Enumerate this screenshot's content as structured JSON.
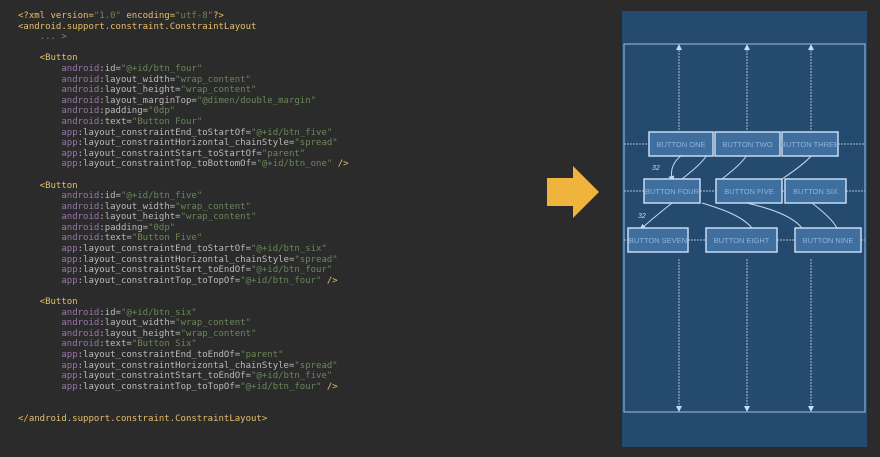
{
  "code_lines": [
    [
      [
        "t",
        "<?xml version="
      ],
      [
        "v",
        "\"1.0\""
      ],
      [
        "t",
        " encoding="
      ],
      [
        "v",
        "\"utf-8\""
      ],
      [
        "t",
        "?>"
      ]
    ],
    [
      [
        "t",
        "<android.support.constraint.ConstraintLayout"
      ]
    ],
    [
      [
        "g",
        "    ... >"
      ]
    ],
    [],
    [
      [
        "t",
        "    <Button"
      ]
    ],
    [
      [
        "p",
        "        "
      ],
      [
        "n",
        "android"
      ],
      [
        "a",
        ":id="
      ],
      [
        "v",
        "\"@+id/btn_four\""
      ]
    ],
    [
      [
        "p",
        "        "
      ],
      [
        "n",
        "android"
      ],
      [
        "a",
        ":layout_width="
      ],
      [
        "v",
        "\"wrap_content\""
      ]
    ],
    [
      [
        "p",
        "        "
      ],
      [
        "n",
        "android"
      ],
      [
        "a",
        ":layout_height="
      ],
      [
        "v",
        "\"wrap_content\""
      ]
    ],
    [
      [
        "p",
        "        "
      ],
      [
        "n",
        "android"
      ],
      [
        "a",
        ":layout_marginTop="
      ],
      [
        "v",
        "\"@dimen/double_margin\""
      ]
    ],
    [
      [
        "p",
        "        "
      ],
      [
        "n",
        "android"
      ],
      [
        "a",
        ":padding="
      ],
      [
        "v",
        "\"0dp\""
      ]
    ],
    [
      [
        "p",
        "        "
      ],
      [
        "n",
        "android"
      ],
      [
        "a",
        ":text="
      ],
      [
        "v",
        "\"Button Four\""
      ]
    ],
    [
      [
        "p",
        "        "
      ],
      [
        "n",
        "app"
      ],
      [
        "a",
        ":layout_constraintEnd_toStartOf="
      ],
      [
        "v",
        "\"@+id/btn_five\""
      ]
    ],
    [
      [
        "p",
        "        "
      ],
      [
        "n",
        "app"
      ],
      [
        "a",
        ":layout_constraintHorizontal_chainStyle="
      ],
      [
        "v",
        "\"spread\""
      ]
    ],
    [
      [
        "p",
        "        "
      ],
      [
        "n",
        "app"
      ],
      [
        "a",
        ":layout_constraintStart_toStartOf="
      ],
      [
        "v",
        "\"parent\""
      ]
    ],
    [
      [
        "p",
        "        "
      ],
      [
        "n",
        "app"
      ],
      [
        "a",
        ":layout_constraintTop_toBottomOf="
      ],
      [
        "v",
        "\"@+id/btn_one\""
      ],
      [
        "t",
        " />"
      ]
    ],
    [],
    [
      [
        "t",
        "    <Button"
      ]
    ],
    [
      [
        "p",
        "        "
      ],
      [
        "n",
        "android"
      ],
      [
        "a",
        ":id="
      ],
      [
        "v",
        "\"@+id/btn_five\""
      ]
    ],
    [
      [
        "p",
        "        "
      ],
      [
        "n",
        "android"
      ],
      [
        "a",
        ":layout_width="
      ],
      [
        "v",
        "\"wrap_content\""
      ]
    ],
    [
      [
        "p",
        "        "
      ],
      [
        "n",
        "android"
      ],
      [
        "a",
        ":layout_height="
      ],
      [
        "v",
        "\"wrap_content\""
      ]
    ],
    [
      [
        "p",
        "        "
      ],
      [
        "n",
        "android"
      ],
      [
        "a",
        ":padding="
      ],
      [
        "v",
        "\"0dp\""
      ]
    ],
    [
      [
        "p",
        "        "
      ],
      [
        "n",
        "android"
      ],
      [
        "a",
        ":text="
      ],
      [
        "v",
        "\"Button Five\""
      ]
    ],
    [
      [
        "p",
        "        "
      ],
      [
        "n",
        "app"
      ],
      [
        "a",
        ":layout_constraintEnd_toStartOf="
      ],
      [
        "v",
        "\"@+id/btn_six\""
      ]
    ],
    [
      [
        "p",
        "        "
      ],
      [
        "n",
        "app"
      ],
      [
        "a",
        ":layout_constraintHorizontal_chainStyle="
      ],
      [
        "v",
        "\"spread\""
      ]
    ],
    [
      [
        "p",
        "        "
      ],
      [
        "n",
        "app"
      ],
      [
        "a",
        ":layout_constraintStart_toEndOf="
      ],
      [
        "v",
        "\"@+id/btn_four\""
      ]
    ],
    [
      [
        "p",
        "        "
      ],
      [
        "n",
        "app"
      ],
      [
        "a",
        ":layout_constraintTop_toTopOf="
      ],
      [
        "v",
        "\"@+id/btn_four\""
      ],
      [
        "t",
        " />"
      ]
    ],
    [],
    [
      [
        "t",
        "    <Button"
      ]
    ],
    [
      [
        "p",
        "        "
      ],
      [
        "n",
        "android"
      ],
      [
        "a",
        ":id="
      ],
      [
        "v",
        "\"@+id/btn_six\""
      ]
    ],
    [
      [
        "p",
        "        "
      ],
      [
        "n",
        "android"
      ],
      [
        "a",
        ":layout_width="
      ],
      [
        "v",
        "\"wrap_content\""
      ]
    ],
    [
      [
        "p",
        "        "
      ],
      [
        "n",
        "android"
      ],
      [
        "a",
        ":layout_height="
      ],
      [
        "v",
        "\"wrap_content\""
      ]
    ],
    [
      [
        "p",
        "        "
      ],
      [
        "n",
        "android"
      ],
      [
        "a",
        ":text="
      ],
      [
        "v",
        "\"Button Six\""
      ]
    ],
    [
      [
        "p",
        "        "
      ],
      [
        "n",
        "app"
      ],
      [
        "a",
        ":layout_constraintEnd_toEndOf="
      ],
      [
        "v",
        "\"parent\""
      ]
    ],
    [
      [
        "p",
        "        "
      ],
      [
        "n",
        "app"
      ],
      [
        "a",
        ":layout_constraintHorizontal_chainStyle="
      ],
      [
        "v",
        "\"spread\""
      ]
    ],
    [
      [
        "p",
        "        "
      ],
      [
        "n",
        "app"
      ],
      [
        "a",
        ":layout_constraintStart_toEndOf="
      ],
      [
        "v",
        "\"@+id/btn_five\""
      ]
    ],
    [
      [
        "p",
        "        "
      ],
      [
        "n",
        "app"
      ],
      [
        "a",
        ":layout_constraintTop_toTopOf="
      ],
      [
        "v",
        "\"@+id/btn_four\""
      ],
      [
        "t",
        " />"
      ]
    ],
    [],
    [],
    [
      [
        "t",
        "</android.support.constraint.ConstraintLayout>"
      ]
    ]
  ],
  "preview": {
    "buttons": {
      "one": "BUTTON ONE",
      "two": "BUTTON TWO",
      "three": "BUTTON THREE",
      "four": "BUTTON FOUR",
      "five": "BUTTON FIVE",
      "six": "BUTTON SIX",
      "seven": "BUTTON SEVEN",
      "eight": "BUTTON EIGHT",
      "nine": "BUTTON NINE"
    },
    "margin_label_1": "32",
    "margin_label_2": "32"
  },
  "colors": {
    "arrow": "#f0b43c",
    "preview_bg": "#244a6f",
    "button_fill": "#3e6f9f",
    "button_border": "#c6daf0",
    "button_text": "#8fb3d9"
  }
}
